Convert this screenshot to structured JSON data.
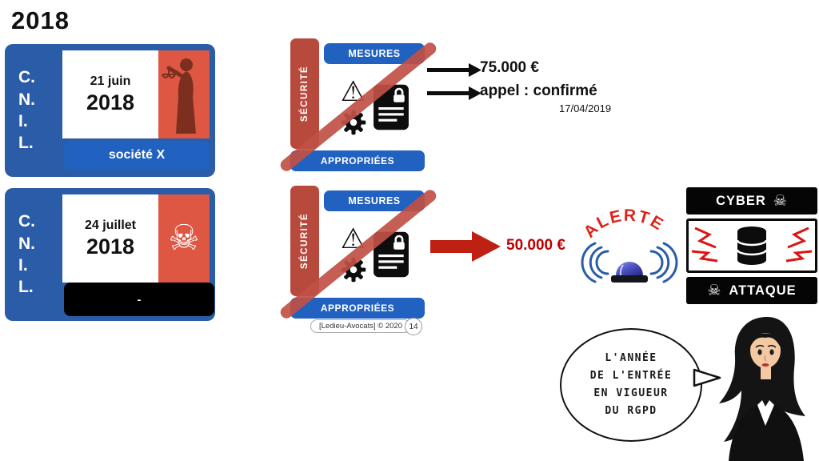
{
  "title": "2018",
  "colors": {
    "card_blue": "#2a5ca8",
    "banner_blue": "#2161c0",
    "tab_red": "#b84a3d",
    "strike_red": "#c05045",
    "fine_red": "#c00000",
    "alert_red": "#e02318",
    "image_red": "#dd5742"
  },
  "icons": {
    "skull": "☠",
    "warning": "⚠"
  },
  "cards": [
    {
      "org": "C.\nN.\nI.\nL.",
      "date_line1": "21 juin",
      "date_line2": "2018",
      "banner": "société X"
    },
    {
      "org": "C.\nN.\nI.\nL.",
      "date_line1": "24 juillet",
      "date_line2": "2018",
      "banner": "-"
    }
  ],
  "security_blocks": [
    {
      "tab": "SÉCURITÉ",
      "header": "MESURES",
      "footer": "APPROPRIÉES"
    },
    {
      "tab": "SÉCURITÉ",
      "header": "MESURES",
      "footer": "APPROPRIÉES"
    }
  ],
  "outcomes": {
    "fine_appeal": "75.000 €",
    "appeal_status": "appel : confirmé",
    "appeal_date": "17/04/2019",
    "fine_alert": "50.000 €"
  },
  "alert": {
    "label": "ALERTE"
  },
  "cyber": {
    "top": "CYBER",
    "bottom": "ATTAQUE"
  },
  "footer": {
    "credit": "[Ledieu-Avocats] © 2020",
    "page": "14"
  },
  "speech": {
    "text": "L'ANNÉE\nDE L'ENTRÉE\nEN VIGUEUR\nDU RGPD"
  }
}
